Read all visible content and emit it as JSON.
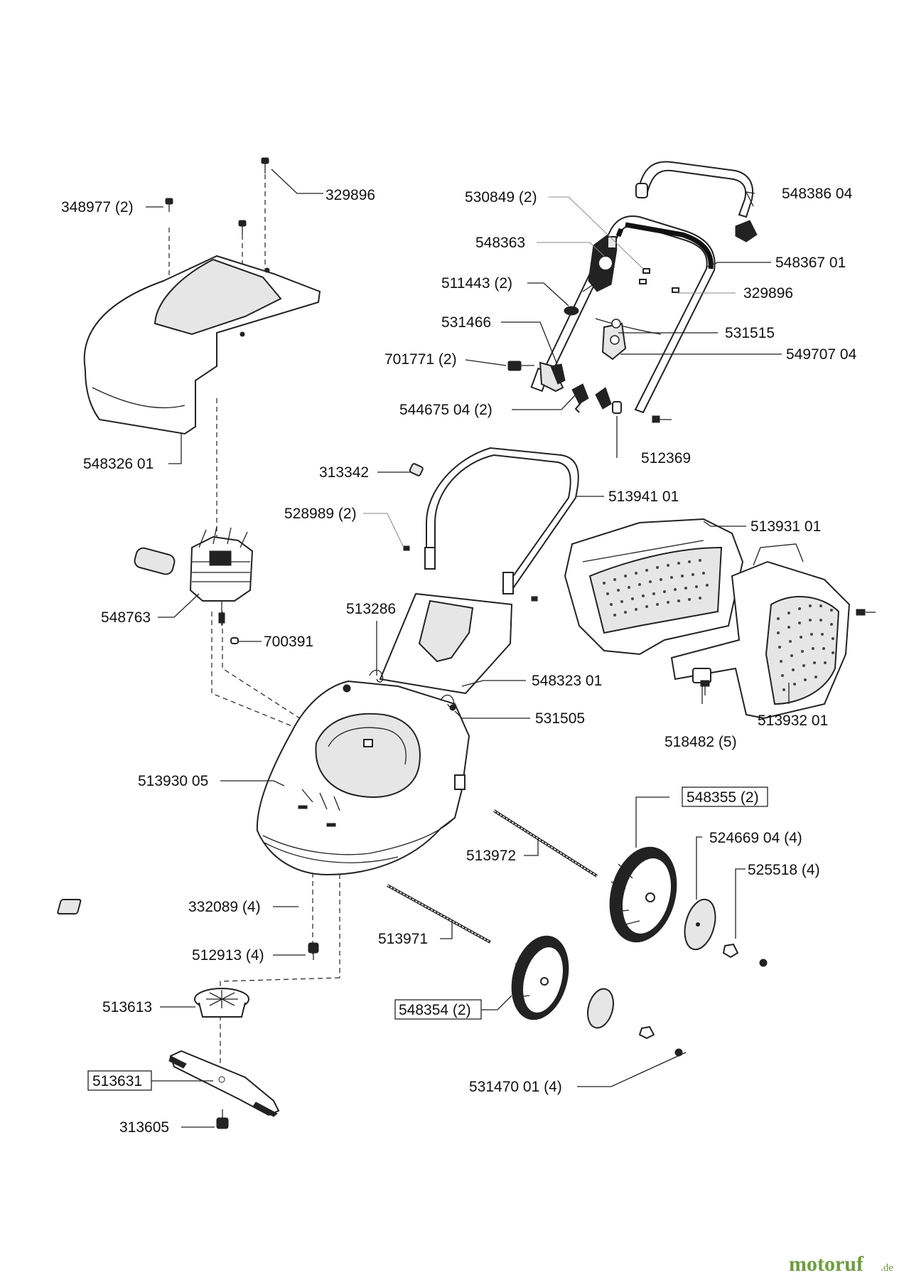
{
  "labels": {
    "p329896_top": "329896",
    "p348977": "348977 (2)",
    "p548326": "548326 01",
    "p548763": "548763",
    "p700391": "700391",
    "p513286": "513286",
    "p548323": "548323 01",
    "p531505": "531505",
    "p513930": "513930 05",
    "p332089": "332089 (4)",
    "p512913": "512913 (4)",
    "p513613": "513613",
    "p513631": "513631",
    "p313605": "313605",
    "p530849": "530849 (2)",
    "p548386": "548386 04",
    "p548363": "548363",
    "p548367": "548367 01",
    "p511443": "511443 (2)",
    "p329896_right": "329896",
    "p531466": "531466",
    "p531515": "531515",
    "p701771": "701771 (2)",
    "p549707": "549707 04",
    "p544675": "544675 04 (2)",
    "p512369": "512369",
    "p313342": "313342",
    "p513941": "513941 01",
    "p528989": "528989 (2)",
    "p513931": "513931 01",
    "p518482": "518482 (5)",
    "p513932": "513932 01",
    "p548355": "548355 (2)",
    "p524669": "524669 04 (4)",
    "p525518": "525518 (4)",
    "p513972": "513972",
    "p513971": "513971",
    "p548354": "548354 (2)",
    "p531470": "531470 01 (4)"
  },
  "watermark": {
    "brand": "motoruf",
    "tld": ".de",
    "color": "#6a9f3a"
  }
}
